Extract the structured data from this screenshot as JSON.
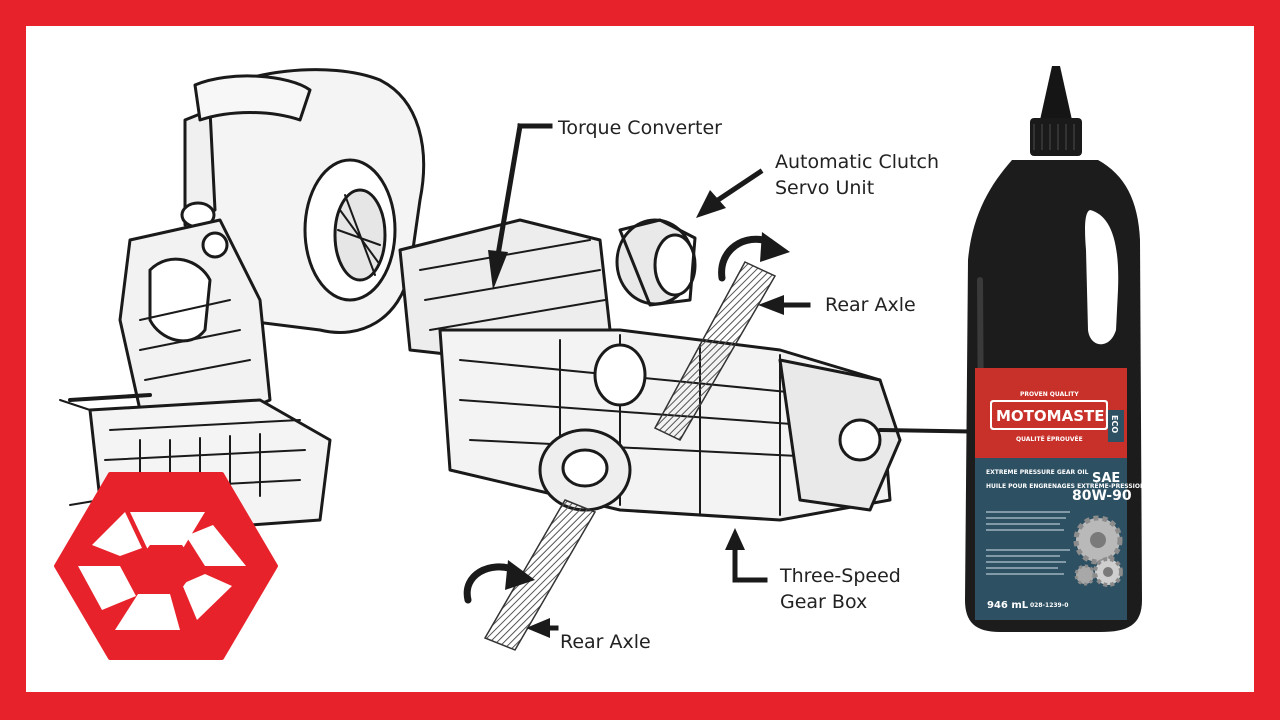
{
  "diagram": {
    "labels": {
      "torque_converter": "Torque  Converter",
      "clutch_line1": "Automatic  Clutch",
      "clutch_line2": "Servo  Unit",
      "rear_axle_top": "Rear  Axle",
      "gearbox_line1": "Three-Speed",
      "gearbox_line2": "Gear  Box",
      "rear_axle_bottom": "Rear  Axle"
    }
  },
  "bottle": {
    "brand": "MOTOMASTER",
    "brand_small_top": "PROVEN QUALITY",
    "brand_small_bottom": "QUALITÉ ÉPROUVÉE",
    "eco_tag": "ECO",
    "product_en": "EXTREME PRESSURE GEAR OIL",
    "product_fr": "HUILE POUR ENGRENAGES EXTRÊME-PRESSION",
    "grade_prefix": "SAE",
    "grade": "80W-90",
    "volume": "946 mL",
    "sku": "028-1239-0"
  },
  "colors": {
    "frame": "#e8222b",
    "logo": "#e8222b",
    "bottle_body": "#1c1c1c",
    "label_red": "#c8302a",
    "label_blue": "#2d5063"
  },
  "icons": {
    "logo": "hexagon-shutter-logo-icon"
  }
}
